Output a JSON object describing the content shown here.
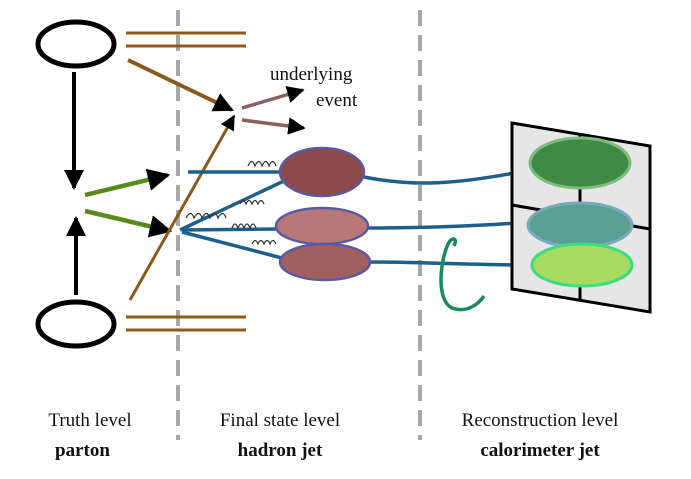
{
  "annotation": {
    "underlying_event_line1": "underlying",
    "underlying_event_line2": "event"
  },
  "levels": [
    {
      "title": "Truth level",
      "subtitle": "parton"
    },
    {
      "title": "Final state level",
      "subtitle": "hadron jet"
    },
    {
      "title": "Reconstruction level",
      "subtitle": "calorimeter jet"
    }
  ],
  "colors": {
    "parton_line": "#8b5a1a",
    "gluon_arrow": "#5a8a1e",
    "track": "#1f5f8b",
    "hadron": "#8c4a4a",
    "hadron_light": "#b87878",
    "hadron_mid": "#a06060",
    "hadron_border": "#5a5aa0",
    "cal_dark_green": "#3f8a45",
    "cal_teal": "#5aa090",
    "cal_light_green": "#a8dc60",
    "cal_frame_bg": "#e6e6e6",
    "divider": "#a8a8a8",
    "loop_curl": "#1a8a5a",
    "ue_arrow": "#8a6060"
  }
}
